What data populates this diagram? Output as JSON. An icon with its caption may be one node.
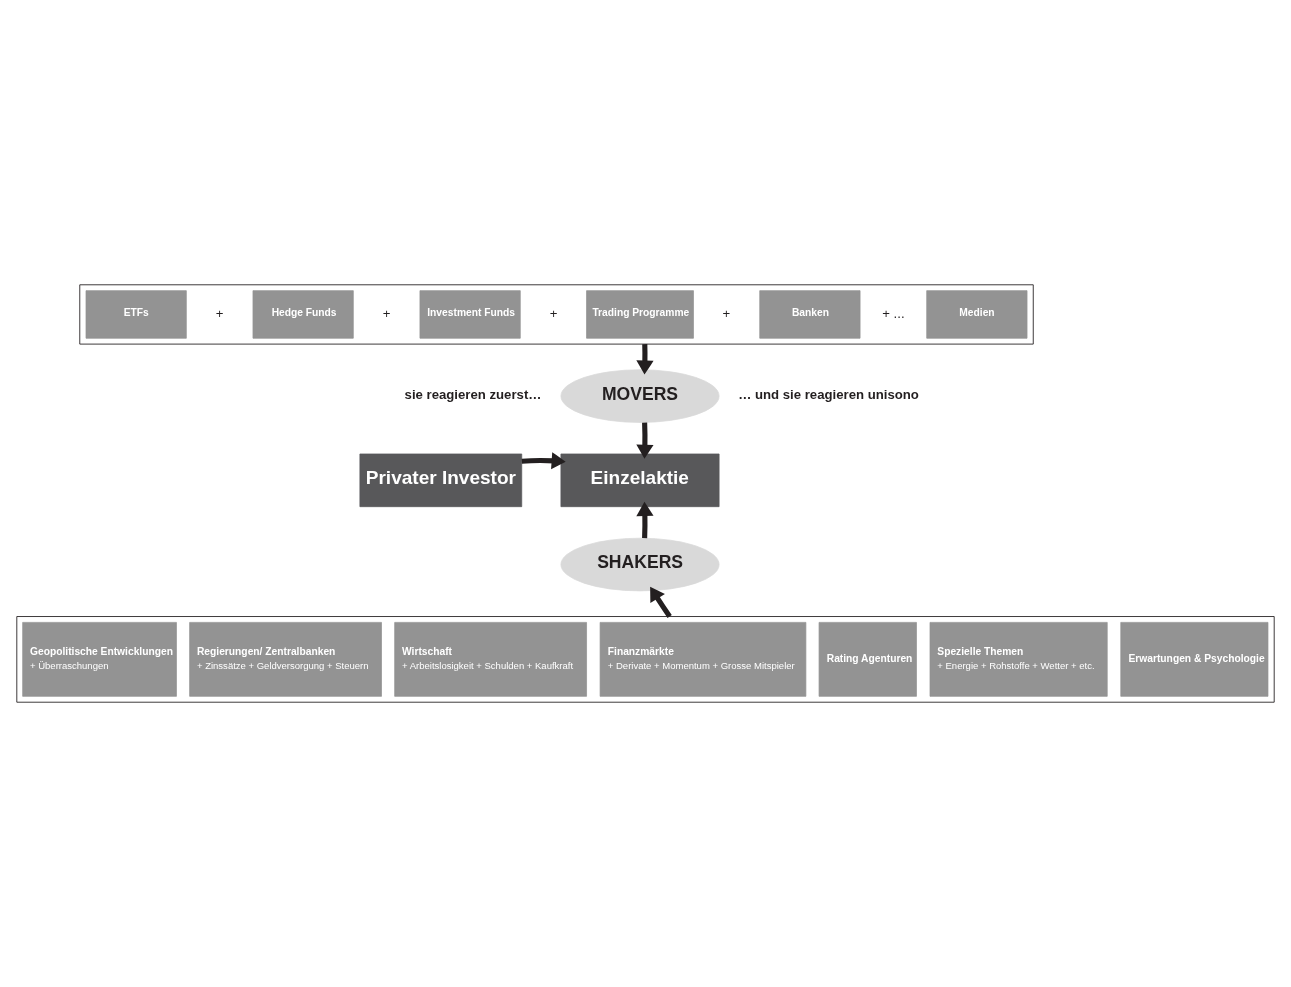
{
  "diagram": {
    "nodes": [
      {
        "text": [],
        "shape": "box"
      },
      {
        "text": [
          "ETFs"
        ],
        "in": 0
      },
      {
        "text": [
          "Hedge Funds"
        ],
        "in": 0
      },
      {
        "text": [
          "Investment Funds"
        ],
        "in": 0
      },
      {
        "text": [
          "Trading Programme"
        ],
        "in": 0
      },
      {
        "text": [
          "Banken"
        ],
        "in": 0
      },
      {
        "text": [
          "Medien"
        ],
        "in": 0
      },
      {
        "text": [
          "MOVERS"
        ]
      },
      {
        "text": [
          "Privater Investor"
        ]
      },
      {
        "text": [
          "Einzelaktie"
        ]
      },
      {
        "text": [
          "SHAKERS"
        ]
      },
      {
        "text": [],
        "shape": "box"
      },
      {
        "text": [
          "Geopolitische Entwicklungen",
          "+ Überraschungen"
        ],
        "in": 11
      },
      {
        "text": [
          "Regierungen/ Zentralbanken",
          "+ Zinssätze + Geldversorgung + Steuern"
        ],
        "in": 11
      },
      {
        "text": [
          "Wirtschaft",
          "+ Arbeitslosigkeit + Schulden + Kaufkraft"
        ],
        "in": 11
      },
      {
        "text": [
          "Finanzmärkte",
          "+ Derivate + Momentum + Grosse Mitspieler"
        ],
        "in": 11
      },
      {
        "text": [
          "Rating Agenturen"
        ],
        "in": 11
      },
      {
        "text": [
          "Spezielle Themen",
          "+ Energie + Rohstoffe + Wetter + etc."
        ],
        "in": 11
      },
      {
        "text": [
          "Erwartungen & Psychologie"
        ],
        "in": 11
      }
    ],
    "edges": [
      {
        "from": 0,
        "to": 7,
        "arrow": "to"
      },
      {
        "from": 7,
        "to": 9,
        "arrow": "to"
      },
      {
        "from": 8,
        "to": 9,
        "arrow": "to"
      },
      {
        "from": 10,
        "to": 9,
        "arrow": "to"
      },
      {
        "from": 11,
        "to": 10,
        "arrow": "to"
      }
    ],
    "labels": [
      "+",
      "+",
      "+",
      "+",
      "+ ...",
      "sie reagieren zuerst…",
      "… und sie reagieren unisono"
    ]
  }
}
